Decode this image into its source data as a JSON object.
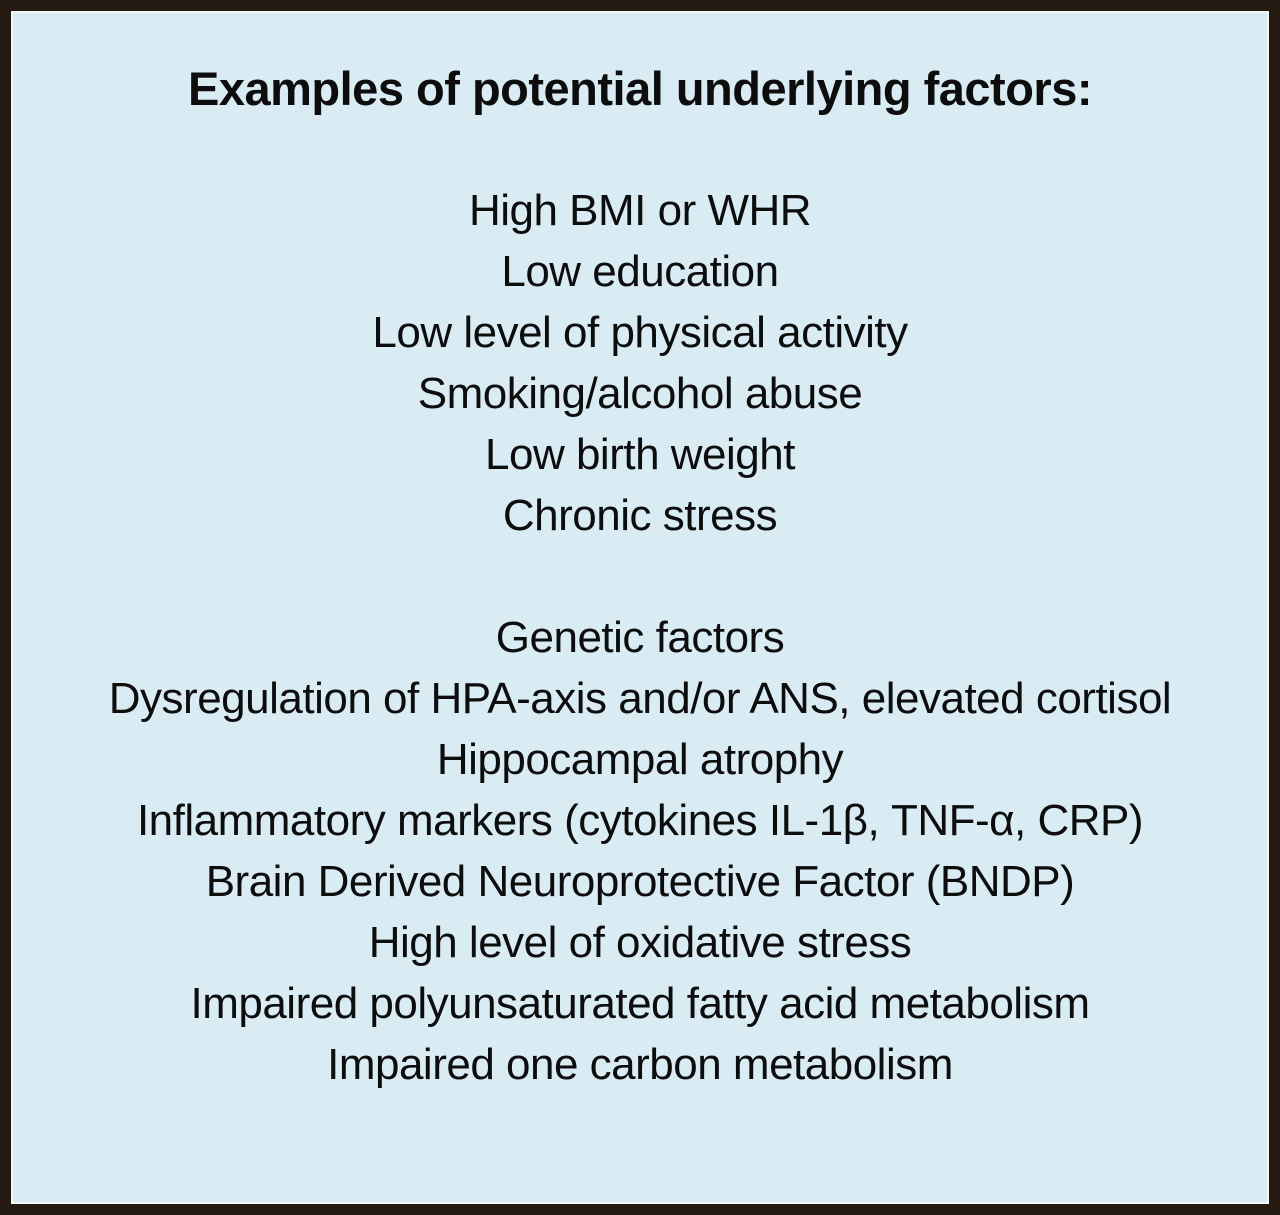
{
  "figure": {
    "title": "Examples of potential underlying factors:",
    "groups": [
      {
        "name": "lifestyle-demographic-factors",
        "items": [
          "High BMI or WHR",
          "Low education",
          "Low level of physical activity",
          "Smoking/alcohol abuse",
          "Low birth weight",
          "Chronic stress"
        ]
      },
      {
        "name": "biological-factors",
        "items": [
          "Genetic factors",
          "Dysregulation of HPA-axis and/or ANS, elevated cortisol",
          "Hippocampal atrophy",
          "Inflammatory markers (cytokines IL-1β, TNF-α, CRP)",
          "Brain Derived Neuroprotective Factor (BNDP)",
          "High level of oxidative stress",
          "Impaired polyunsaturated fatty acid metabolism",
          "Impaired one carbon metabolism"
        ]
      }
    ],
    "colors": {
      "background": "#d9ecf4",
      "frame": "#241a11",
      "text": "#0d0d0d"
    }
  }
}
